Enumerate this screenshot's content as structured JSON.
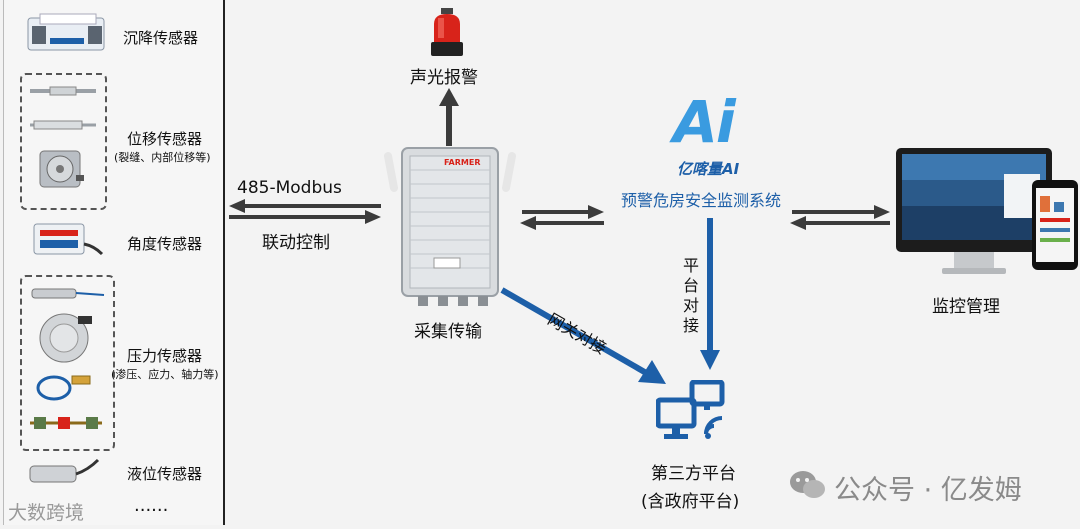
{
  "sensors": {
    "settlement": "沉降传感器",
    "displacement": "位移传感器",
    "displacement_note": "(裂缝、内部位移等)",
    "angle": "角度传感器",
    "pressure": "压力传感器",
    "pressure_note": "(渗压、应力、轴力等)",
    "level": "液位传感器",
    "more": "......"
  },
  "device_brand": "FARMER",
  "links": {
    "modbus": "485-Modbus",
    "linkage": "联动控制",
    "gateway": "网关对接",
    "platform_dock": [
      "平",
      "台",
      "对",
      "接"
    ]
  },
  "nodes": {
    "alarm": "声光报警",
    "collect": "采集传输",
    "system_title": "预警危房安全监测系统",
    "ai_logo": "Ai",
    "ai_brand": "亿喀量AI",
    "monitor": "监控管理",
    "third_party": "第三方平台",
    "third_party_note": "(含政府平台)"
  },
  "watermarks": {
    "wechat": "公众号 · 亿发姆",
    "source": "大数跨境"
  },
  "colors": {
    "accent_blue": "#1d5fa8",
    "arrow_dark": "#3b3b3b",
    "alarm_red": "#d8231a"
  }
}
